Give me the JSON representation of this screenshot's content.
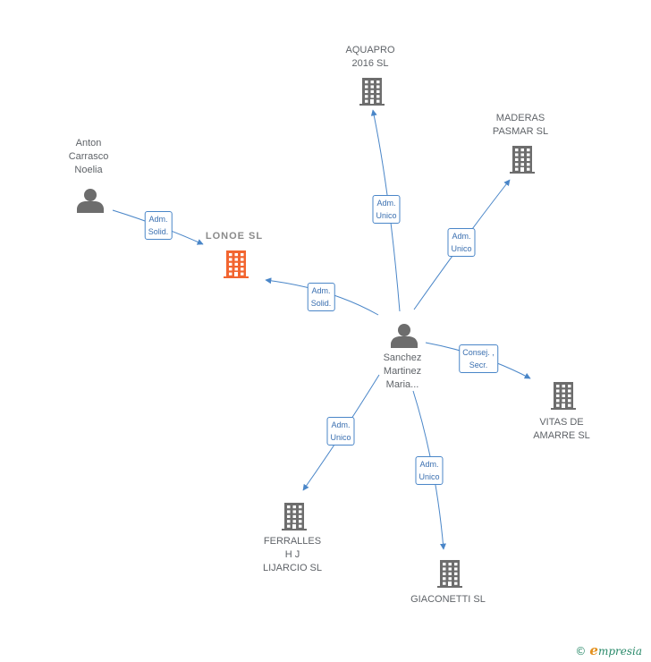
{
  "nodes": [
    {
      "id": "center",
      "type": "person",
      "label": "Sanchez\nMartinez\nMaria..."
    },
    {
      "id": "anton",
      "type": "person",
      "label": "Anton\nCarrasco\nNoelia"
    },
    {
      "id": "lonoe",
      "type": "company-focus",
      "label": "LONOE  SL"
    },
    {
      "id": "aquapro",
      "type": "company",
      "label": "AQUAPRO\n2016  SL"
    },
    {
      "id": "maderas",
      "type": "company",
      "label": "MADERAS\nPASMAR SL"
    },
    {
      "id": "vitas",
      "type": "company",
      "label": "VITAS DE\nAMARRE  SL"
    },
    {
      "id": "ferralles",
      "type": "company",
      "label": "FERRALLES\nH J\nLIJARCIO SL"
    },
    {
      "id": "giaconetti",
      "type": "company",
      "label": "GIACONETTI SL"
    }
  ],
  "edges": [
    {
      "from": "anton",
      "to": "lonoe",
      "label": "Adm.\nSolid."
    },
    {
      "from": "center",
      "to": "lonoe",
      "label": "Adm.\nSolid."
    },
    {
      "from": "center",
      "to": "aquapro",
      "label": "Adm.\nUnico"
    },
    {
      "from": "center",
      "to": "maderas",
      "label": "Adm.\nUnico"
    },
    {
      "from": "center",
      "to": "vitas",
      "label": "Consej. ,\nSecr."
    },
    {
      "from": "center",
      "to": "ferralles",
      "label": "Adm.\nUnico"
    },
    {
      "from": "center",
      "to": "giaconetti",
      "label": "Adm.\nUnico"
    }
  ],
  "colors": {
    "edge": "#4a86c8",
    "icon": "#6d6d6d",
    "focus_icon": "#f26530"
  },
  "credit": {
    "symbol": "©",
    "brand_initial": "e",
    "brand_rest": "mpresia"
  }
}
